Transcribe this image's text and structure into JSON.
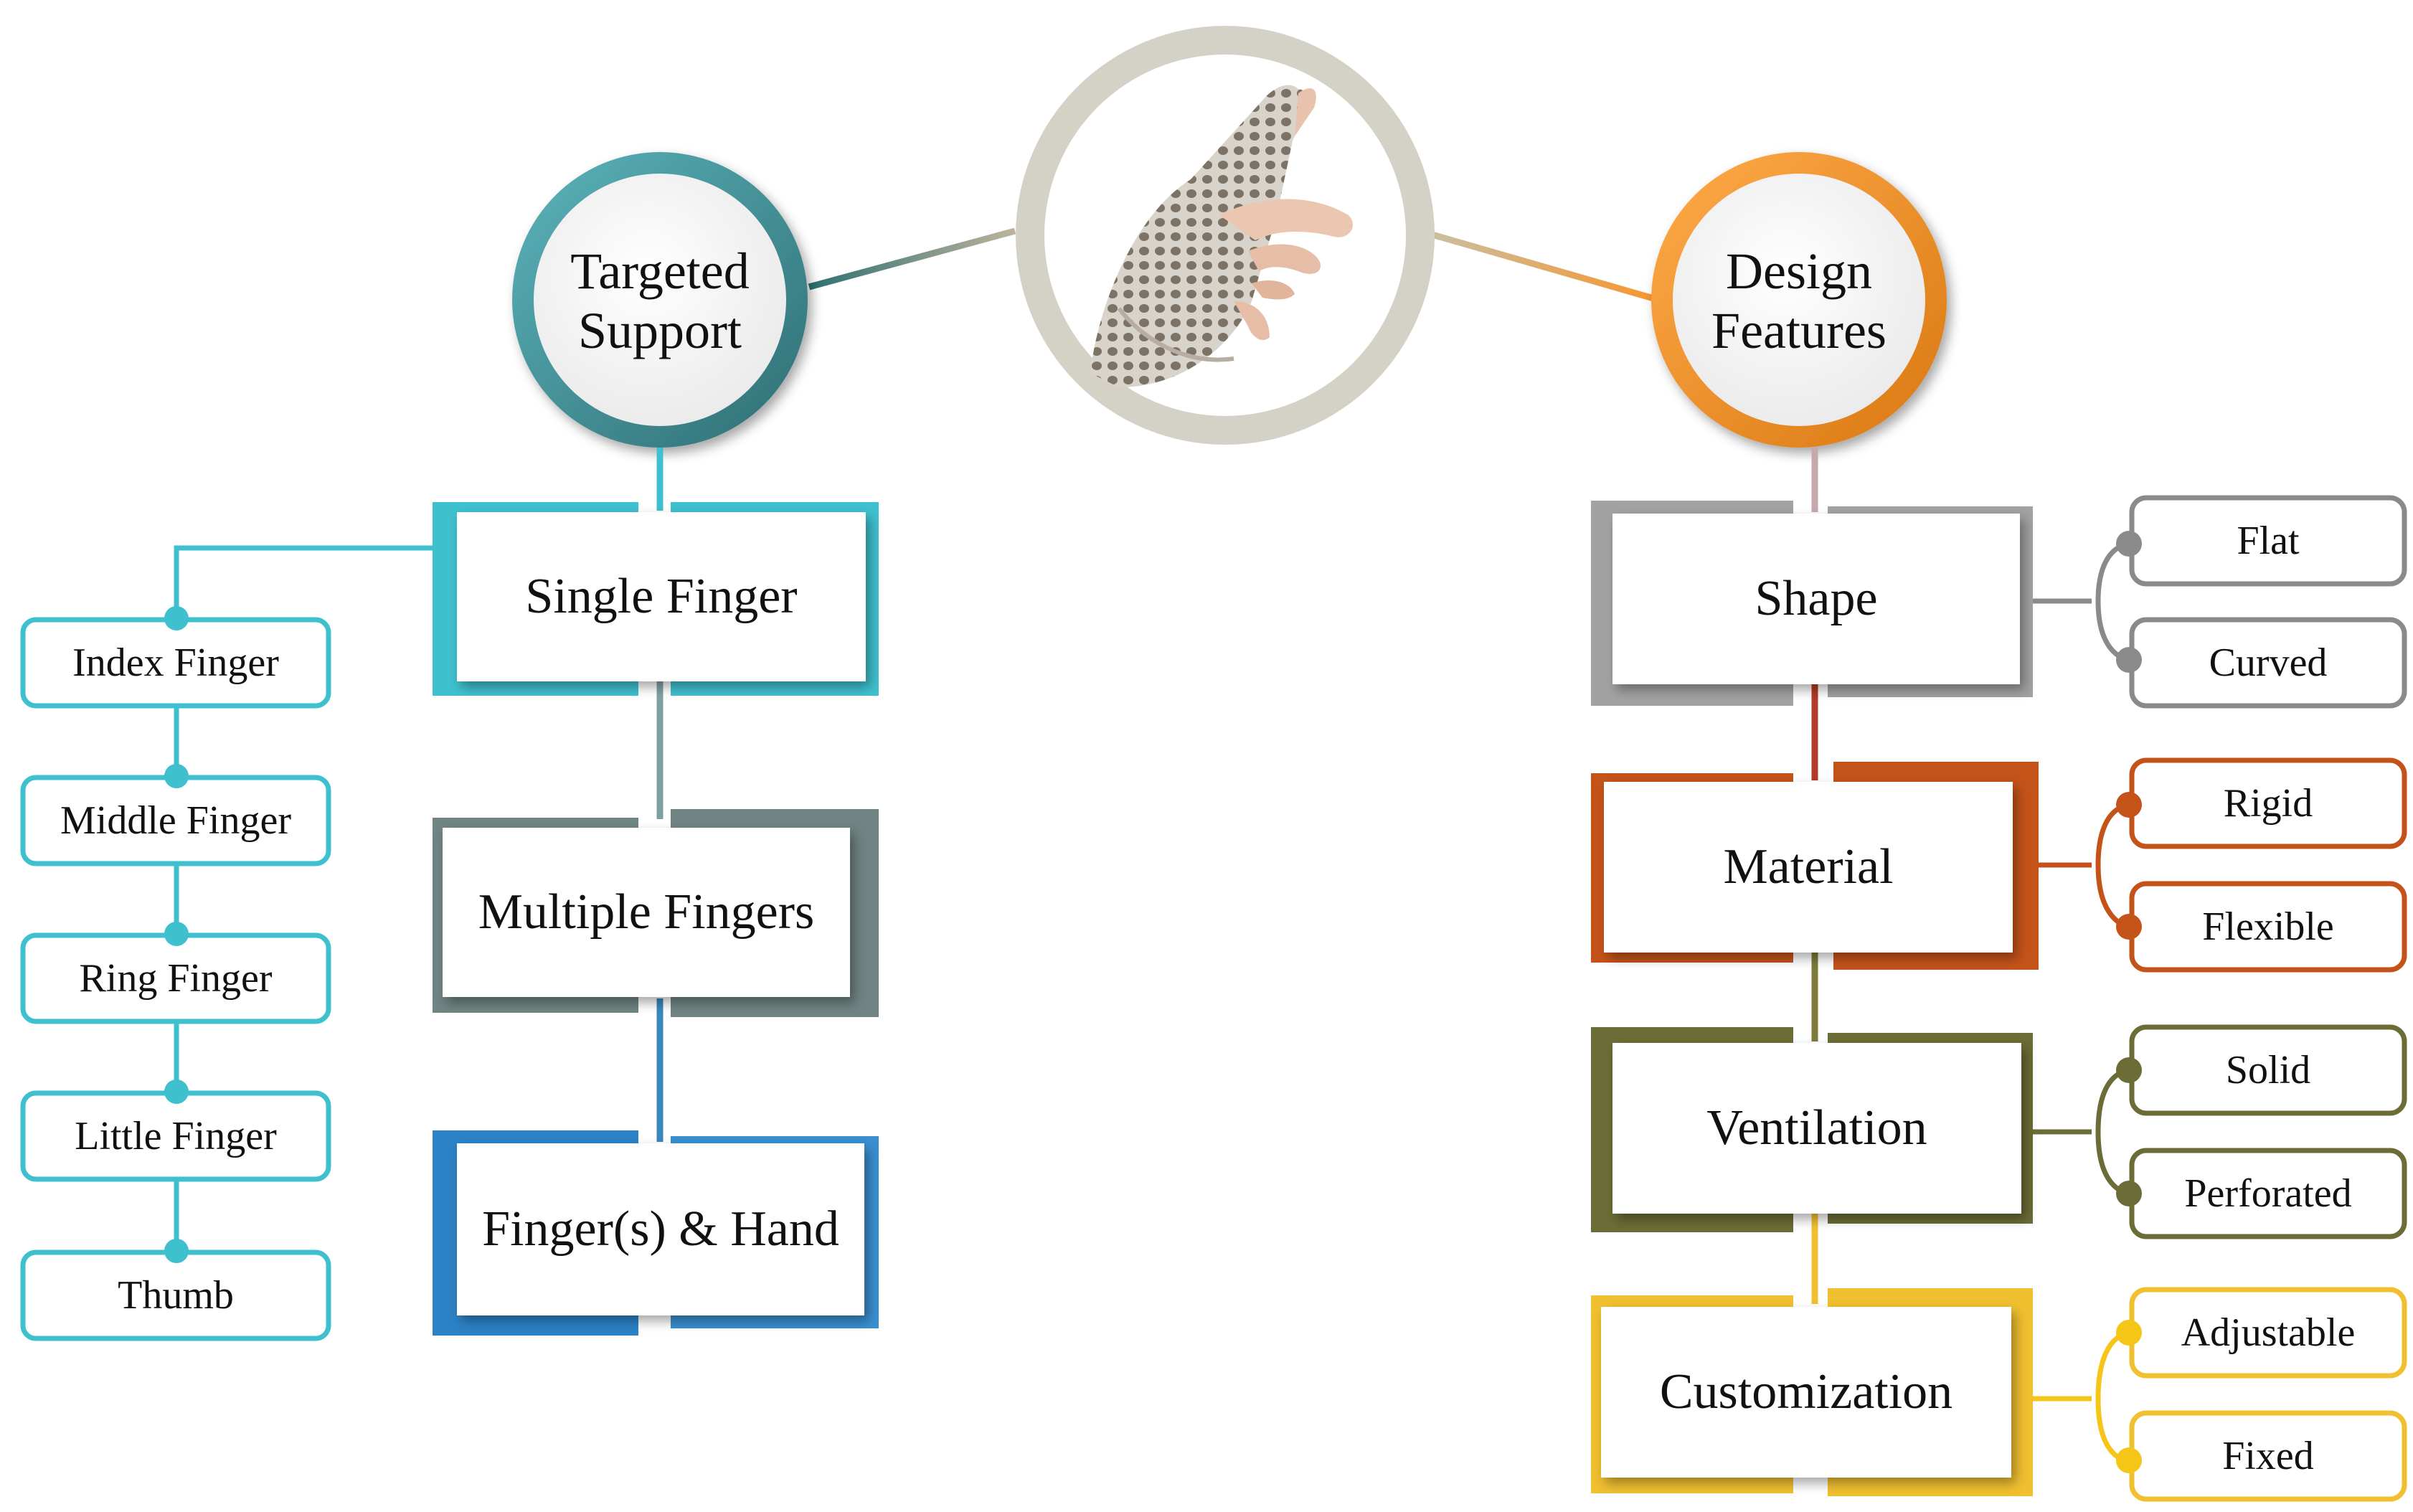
{
  "center": {
    "image": "hand-splint-photo"
  },
  "left_hub": {
    "line1": "Targeted",
    "line2": "Support",
    "color": "#46a0a8",
    "categories": [
      {
        "label": "Single Finger",
        "color": "#3fc0cf"
      },
      {
        "label": "Multiple Fingers",
        "color": "#6f8483"
      },
      {
        "label": "Finger(s) & Hand",
        "color": "#2c82c6"
      }
    ],
    "fingers": {
      "color": "#3fc0cf",
      "items": [
        "Index Finger",
        "Middle Finger",
        "Ring Finger",
        "Little Finger",
        "Thumb"
      ]
    }
  },
  "right_hub": {
    "line1": "Design",
    "line2": "Features",
    "color": "#f7962e",
    "features": [
      {
        "label": "Shape",
        "color": "#a2a2a2",
        "dot": "#8a8a8a",
        "options": [
          "Flat",
          "Curved"
        ]
      },
      {
        "label": "Material",
        "color": "#c4531a",
        "dot": "#c4531a",
        "options": [
          "Rigid",
          "Flexible"
        ]
      },
      {
        "label": "Ventilation",
        "color": "#6c6c36",
        "dot": "#6c6c36",
        "options": [
          "Solid",
          "Perforated"
        ]
      },
      {
        "label": "Customization",
        "color": "#f0c030",
        "dot": "#f5c518",
        "options": [
          "Adjustable",
          "Fixed"
        ]
      }
    ]
  }
}
